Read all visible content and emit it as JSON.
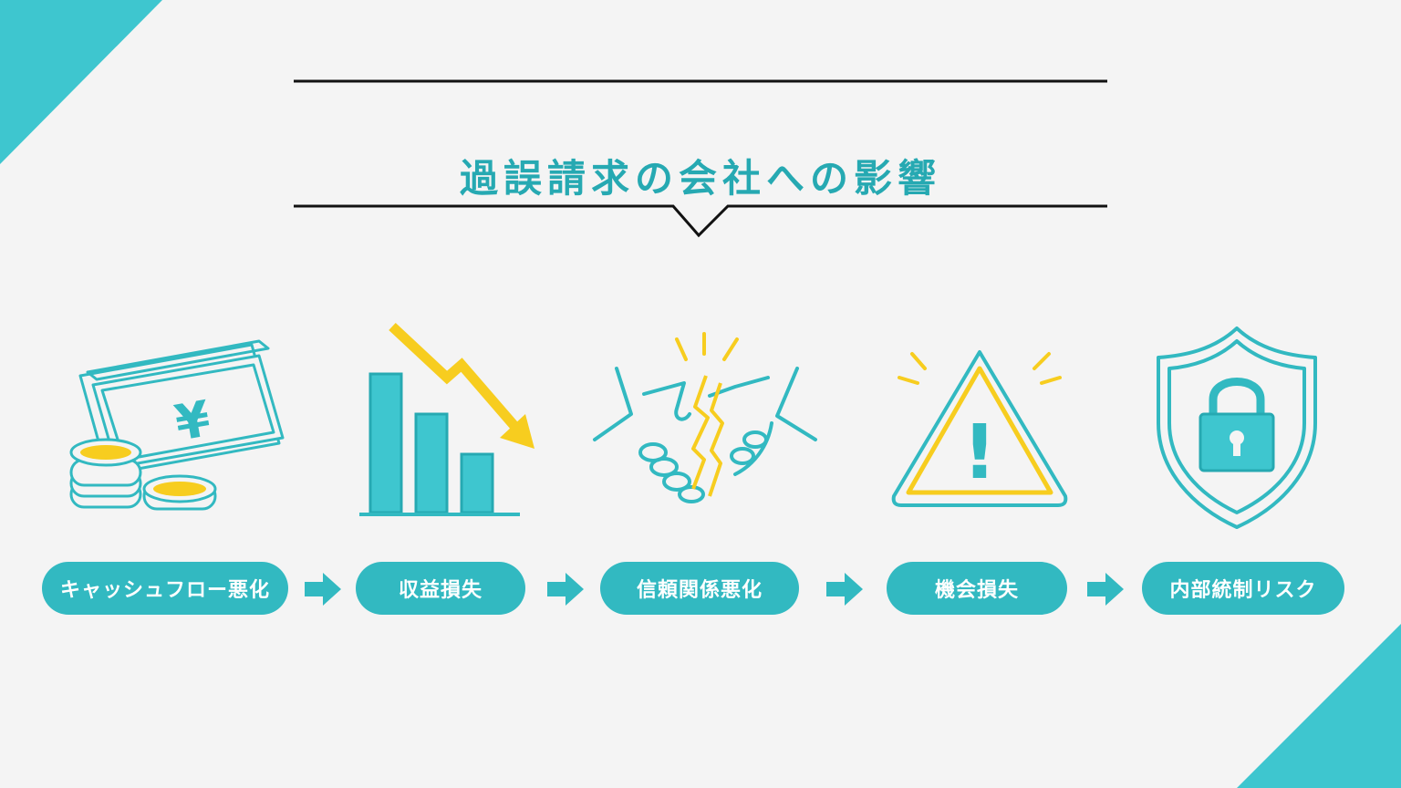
{
  "title": "過誤請求の会社への影響",
  "colors": {
    "teal": "#32b9c1",
    "teal_dark": "#26a9b2",
    "yellow": "#f7cd1f",
    "background": "#f4f4f4"
  },
  "icons": {
    "money": {
      "name": "money-icon",
      "symbol": "¥"
    },
    "chart": {
      "name": "declining-chart-icon"
    },
    "handshake": {
      "name": "broken-handshake-icon"
    },
    "warning": {
      "name": "warning-icon",
      "symbol": "!"
    },
    "shield": {
      "name": "shield-lock-icon"
    }
  },
  "steps": [
    {
      "label": "キャッシュフロー悪化"
    },
    {
      "label": "収益損失"
    },
    {
      "label": "信頼関係悪化"
    },
    {
      "label": "機会損失"
    },
    {
      "label": "内部統制リスク"
    }
  ]
}
